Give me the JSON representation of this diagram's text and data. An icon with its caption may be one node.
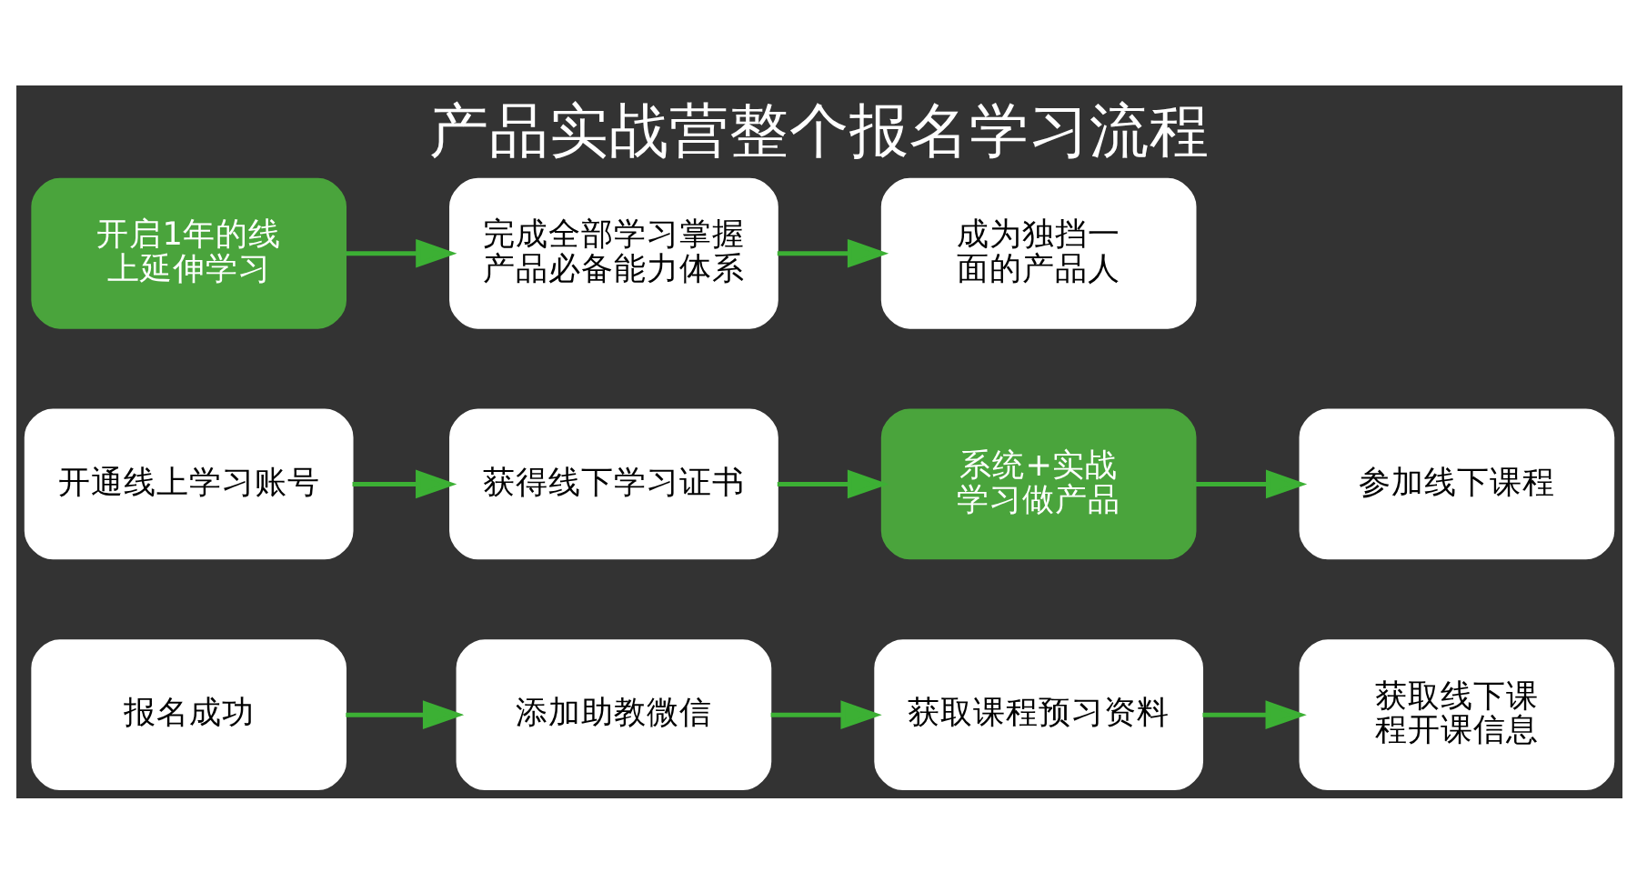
{
  "diagram": {
    "title": "产品实战营整个报名学习流程",
    "nodes": [
      {
        "text": [
          "报名成功"
        ]
      },
      {
        "text": [
          "添加助教微信"
        ]
      },
      {
        "text": [
          "获取课程预习资料"
        ]
      },
      {
        "text": [
          "获取线下课程开课信息"
        ]
      },
      {
        "text": [
          "开通线上学习账号"
        ]
      },
      {
        "text": [
          "获得线下学习证书"
        ]
      },
      {
        "text": [
          "系统+实战学习做产品"
        ]
      },
      {
        "text": [
          "参加线下课程"
        ]
      },
      {
        "text": [
          "开启1年的线上延伸学习"
        ]
      },
      {
        "text": [
          "完成全部学习掌握产品必备能力体系"
        ]
      },
      {
        "text": [
          "成为独挡一面的产品人"
        ]
      }
    ],
    "edges": [
      {
        "from": 0,
        "to": 1,
        "arrow": "to"
      },
      {
        "from": 1,
        "to": 2,
        "arrow": "to"
      },
      {
        "from": 2,
        "to": 3,
        "arrow": "to"
      },
      {
        "from": 4,
        "to": 5,
        "arrow": "to"
      },
      {
        "from": 5,
        "to": 6,
        "arrow": "to"
      },
      {
        "from": 6,
        "to": 7,
        "arrow": "to"
      },
      {
        "from": 8,
        "to": 9,
        "arrow": "to"
      },
      {
        "from": 9,
        "to": 10,
        "arrow": "to"
      }
    ]
  }
}
